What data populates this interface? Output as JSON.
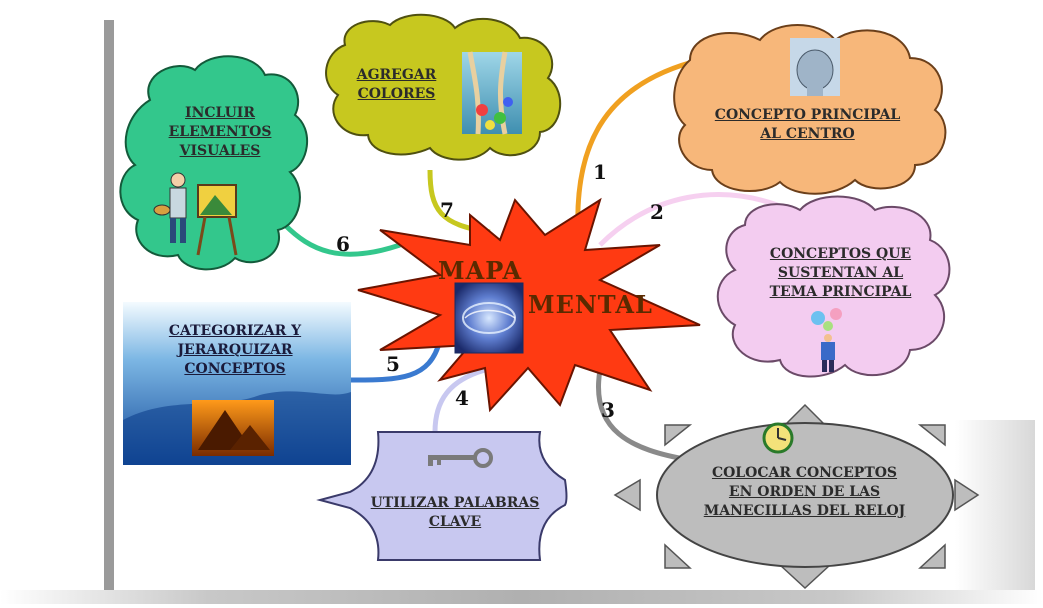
{
  "center": {
    "word1": "MAPA",
    "word2": "MENTAL"
  },
  "nodes": {
    "concepto_principal": {
      "number": "1",
      "lines": [
        "CONCEPTO PRINCIPAL",
        "AL CENTRO"
      ]
    },
    "conceptos_sustentan": {
      "number": "2",
      "lines": [
        "CONCEPTOS QUE",
        "SUSTENTAN AL",
        "TEMA PRINCIPAL"
      ]
    },
    "colocar_conceptos": {
      "number": "3",
      "lines": [
        "COLOCAR CONCEPTOS",
        "EN ORDEN DE LAS",
        "MANECILLAS DEL RELOJ"
      ]
    },
    "palabras_clave": {
      "number": "4",
      "lines": [
        "UTILIZAR PALABRAS",
        "CLAVE"
      ]
    },
    "categorizar": {
      "number": "5",
      "lines": [
        "CATEGORIZAR Y",
        "JERARQUIZAR",
        "CONCEPTOS"
      ]
    },
    "elementos_visuales": {
      "number": "6",
      "lines": [
        "INCLUIR",
        "ELEMENTOS",
        "VISUALES"
      ]
    },
    "agregar_colores": {
      "number": "7",
      "lines": [
        "AGREGAR",
        "COLORES"
      ]
    }
  },
  "colors": {
    "star": "#ff3a12",
    "cloud_orange": "#f7b77a",
    "cloud_pink": "#f3ccf0",
    "cloud_yellow": "#c7c81f",
    "cloud_green": "#33c78c",
    "octagon": "#bdbdbd",
    "ribbon": "#c8c8f0",
    "blue_box": "#1b5fae"
  }
}
